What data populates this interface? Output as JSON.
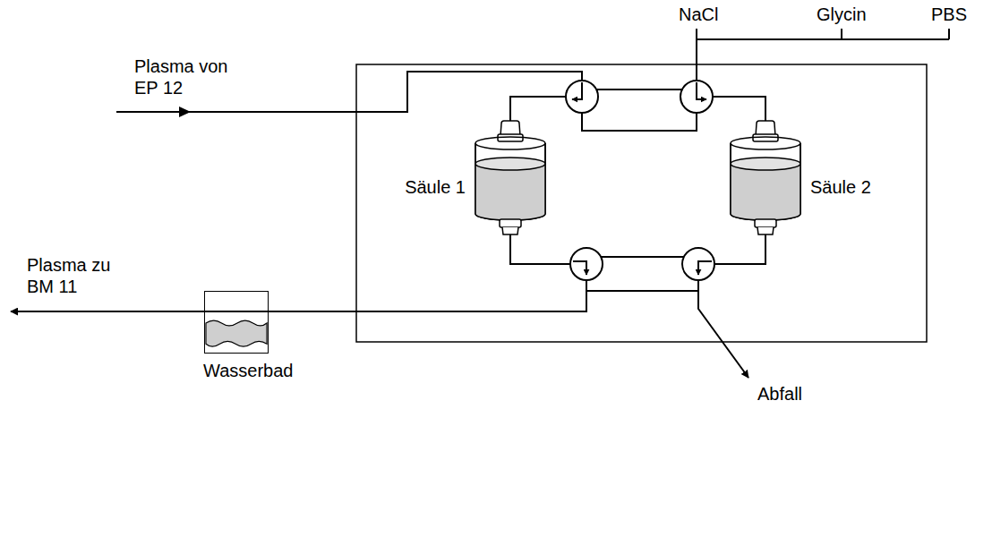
{
  "diagram": {
    "nodes": [
      {
        "text": [
          "Säule 1"
        ]
      },
      {
        "text": [
          "Säule 2"
        ]
      },
      {
        "text": [
          "Wasserbad"
        ]
      }
    ],
    "labels": [
      "Plasma von EP 12",
      "NaCl",
      "Glycin",
      "PBS",
      "Plasma zu BM 11",
      "Abfall"
    ]
  }
}
